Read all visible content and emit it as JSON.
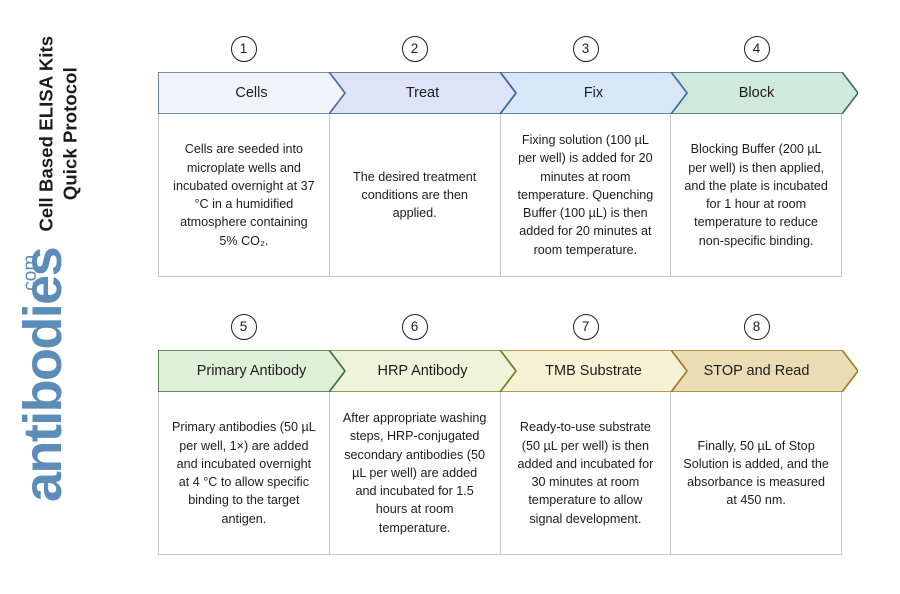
{
  "document": {
    "title": "Cell Based ELISA Kits\nQuick Protocol"
  },
  "brand": {
    "name": "antibodies",
    "tld": ".com",
    "color": "#5b8db8"
  },
  "flow": {
    "rows": [
      {
        "name": "row-1",
        "steps": [
          {
            "number": "1",
            "label": "Cells",
            "fill": "#f1f5fa",
            "stroke": "#4a6f9c",
            "body": "Cells are seeded into microplate wells and incubated overnight at 37 °C in a humidified atmosphere containing 5% CO₂."
          },
          {
            "number": "2",
            "label": "Treat",
            "fill": "#dde4f5",
            "stroke": "#3a5f9e",
            "body": "The desired treatment conditions are then applied."
          },
          {
            "number": "3",
            "label": "Fix",
            "fill": "#d7e7f7",
            "stroke": "#3f6f9e",
            "body": "Fixing solution (100 µL per well) is added for 20 minutes at room temperature. Quenching Buffer (100 µL) is then added for 20 minutes at room temperature."
          },
          {
            "number": "4",
            "label": "Block",
            "fill": "#cfe9dd",
            "stroke": "#3f6b5e",
            "body": "Blocking Buffer (200 µL per well) is then applied, and the plate is incubated for 1 hour at room temperature to reduce non-specific binding."
          }
        ]
      },
      {
        "name": "row-2",
        "steps": [
          {
            "number": "5",
            "label": "Primary Antibody",
            "fill": "#dff0d8",
            "stroke": "#3e7230",
            "body": "Primary antibodies (50 µL per well, 1×) are added and incubated overnight at 4 °C to allow specific binding to the target antigen."
          },
          {
            "number": "6",
            "label": "HRP Antibody",
            "fill": "#eff3da",
            "stroke": "#6f7d2c",
            "body": "After appropriate washing steps, HRP-conjugated secondary antibodies (50 µL per well) are added and incubated for 1.5 hours at room temperature."
          },
          {
            "number": "7",
            "label": "TMB Substrate",
            "fill": "#f7f2d6",
            "stroke": "#a07a25",
            "body": "Ready-to-use substrate (50 µL per well) is then added and incubated for 30 minutes at room temperature to allow signal development."
          },
          {
            "number": "8",
            "label": "STOP and Read",
            "fill": "#eadcb3",
            "stroke": "#a07a25",
            "body": "Finally, 50 µL of Stop Solution is added, and the absorbance is measured at 450 nm."
          }
        ]
      }
    ]
  }
}
